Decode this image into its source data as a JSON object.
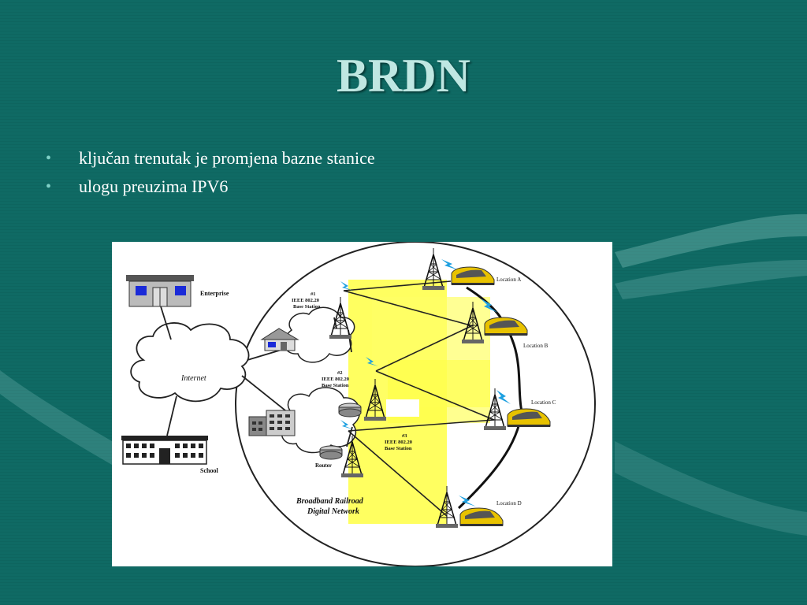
{
  "slide": {
    "title": "BRDN",
    "bullets": [
      "ključan trenutak je promjena bazne stanice",
      "ulogu preuzima IPV6"
    ]
  },
  "diagram": {
    "nodes": {
      "enterprise": "Enterprise",
      "internet": "Internet",
      "school": "School",
      "router": "Router",
      "bs1": [
        "#1",
        "IEEE 802.20",
        "Base Station"
      ],
      "bs2": [
        "#2",
        "IEEE 802.20",
        "Base Station"
      ],
      "bs3": [
        "#3",
        "IEEE 802.20",
        "Base Station"
      ],
      "locA": "Location A",
      "locB": "Location B",
      "locC": "Location C",
      "locD": "Location D",
      "network": [
        "Broadband Railroad",
        "Digital Network"
      ]
    },
    "colors": {
      "coverage": "#ffff44",
      "train": "#e8c200",
      "lightning": "#1ea0e0",
      "window": "#1a2ad8"
    }
  }
}
